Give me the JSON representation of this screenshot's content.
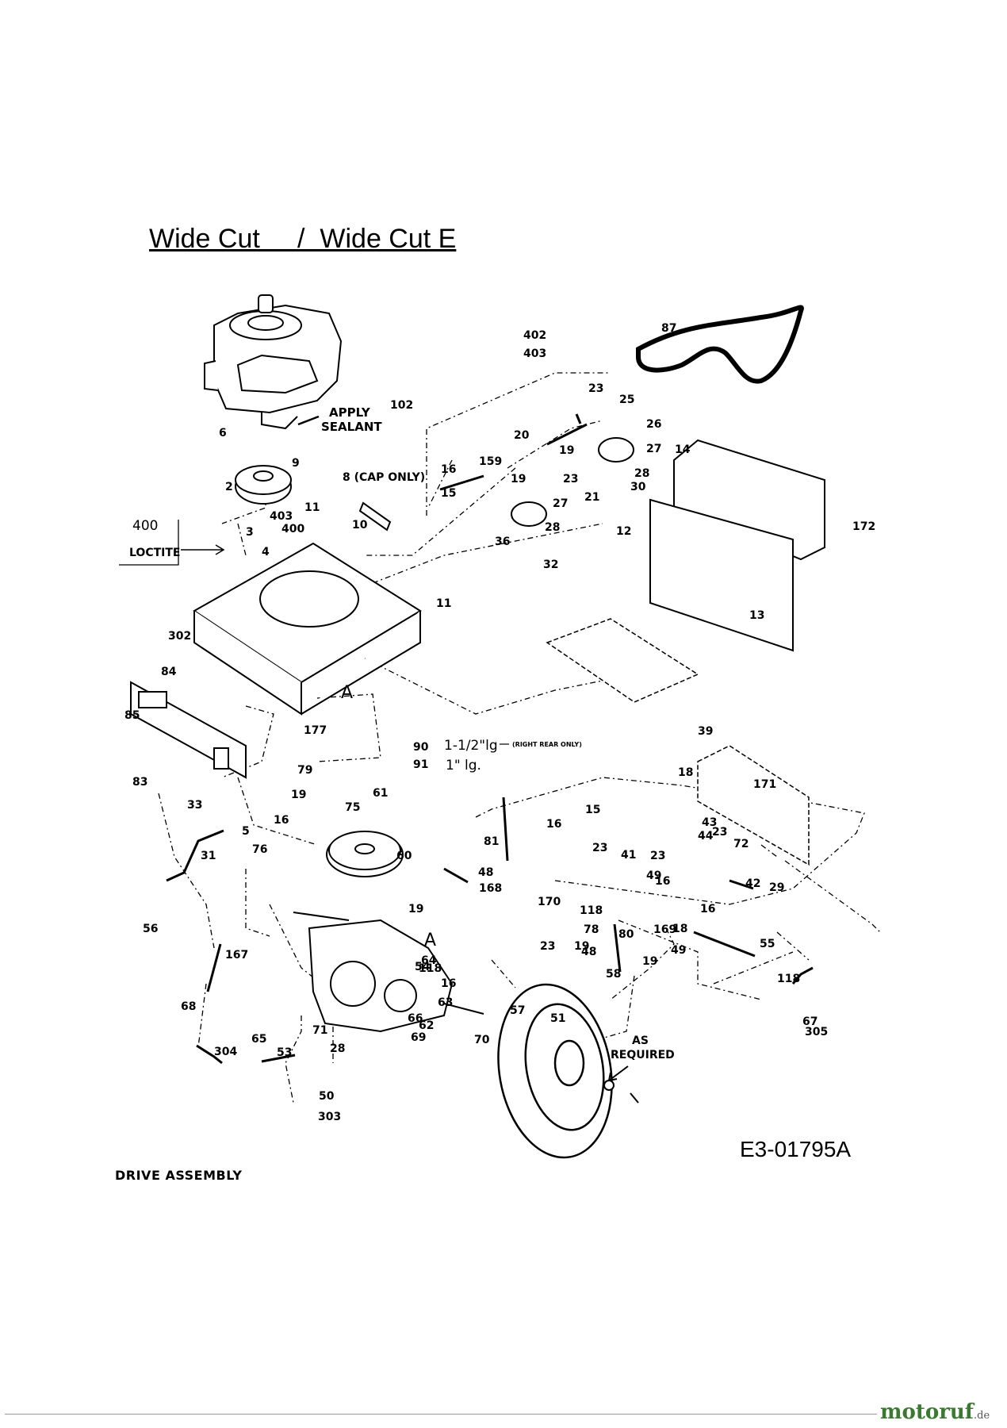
{
  "title": "Wide Cut     /  Wide Cut E",
  "caption": "DRIVE ASSEMBLY",
  "doc_number": "E3-01795A",
  "brand": {
    "name": "motoruf",
    "tld": ".de",
    "color": "#3a7a30"
  },
  "notes": {
    "apply": "APPLY",
    "sealant": "SEALANT",
    "cap_only": "8 (CAP ONLY)",
    "loctite_num": "400",
    "loctite": "LOCTITE",
    "len_90": "1-1/2\"lg",
    "len_90_note": "(RIGHT REAR ONLY)",
    "len_91": "1\" lg.",
    "as": "AS",
    "required": "REQUIRED",
    "label_a": "A"
  },
  "callouts": [
    "402",
    "403",
    "87",
    "23",
    "25",
    "102",
    "26",
    "6",
    "9",
    "27",
    "20",
    "14",
    "159",
    "19",
    "16",
    "19",
    "23",
    "28",
    "30",
    "15",
    "2",
    "27",
    "21",
    "11",
    "10",
    "403",
    "12",
    "172",
    "3",
    "28",
    "400",
    "4",
    "36",
    "32",
    "13",
    "11",
    "302",
    "84",
    "85",
    "177",
    "90",
    "91",
    "39",
    "79",
    "18",
    "171",
    "83",
    "19",
    "61",
    "33",
    "75",
    "15",
    "5",
    "16",
    "16",
    "43",
    "23",
    "44",
    "72",
    "81",
    "23",
    "31",
    "76",
    "60",
    "41",
    "23",
    "49",
    "48",
    "168",
    "16",
    "29",
    "16",
    "42",
    "56",
    "19",
    "170",
    "118",
    "78",
    "23",
    "169",
    "80",
    "19",
    "18",
    "55",
    "167",
    "118",
    "48",
    "49",
    "68",
    "54",
    "58",
    "63",
    "64",
    "19",
    "118",
    "57",
    "16",
    "66",
    "51",
    "62",
    "67",
    "71",
    "69",
    "70",
    "28",
    "65",
    "304",
    "53",
    "50",
    "303",
    "305"
  ]
}
